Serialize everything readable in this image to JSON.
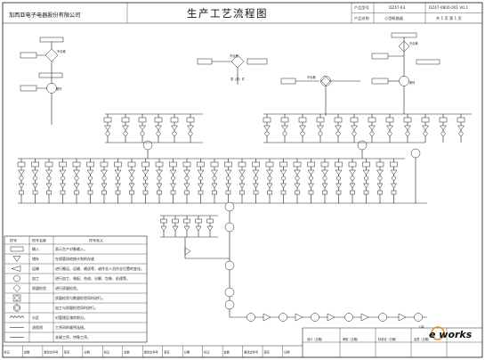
{
  "header": {
    "company": "加西亚电子电器股份有限公司",
    "title": "生产工艺流程图",
    "field_labels": [
      "产品型号",
      "产品名称"
    ],
    "doc_code": "DZ47-63",
    "doc_number": "DZ47-0800-001 V0.1",
    "product_name": "小型断路器",
    "sheet_info": "共 1 页 第 1 页"
  },
  "legend": {
    "headers": [
      "符号",
      "符号名称",
      "符号含义"
    ],
    "rows": [
      {
        "name": "输入",
        "meaning": "表示生产对象输入。"
      },
      {
        "name": "储存",
        "meaning": "在保管场地按计划的存放"
      },
      {
        "name": "运输",
        "meaning": "进行搬运、运输、输送等，或作业人员作业位置的变化。"
      },
      {
        "name": "加工",
        "meaning": "进行加工、装配、合成、分解、包装、处理等。"
      },
      {
        "name": "质量检验",
        "meaning": "进行质量检验。"
      },
      {
        "name": "",
        "meaning": "质量检验与数量检验同时进行。"
      },
      {
        "name": "",
        "meaning": "加工与质量检验同时进行。"
      },
      {
        "name": "分区",
        "meaning": "对管理区域的划分。"
      },
      {
        "name": "流程线",
        "meaning": "工序间的顺序连接。"
      },
      {
        "name": "",
        "meaning": "关键工序，特殊工序。"
      }
    ]
  },
  "labels": {
    "scrap_left": "不合格",
    "scrap_mid": "不合格",
    "scrap_right": "不合格",
    "scrap_main": "不合格",
    "supplier_left": "委外",
    "supplier_right": "委外",
    "flow_main": "零（部）件",
    "bottom_note": "入库",
    "logo": "e works"
  },
  "footer": {
    "cells": [
      "标记",
      "处数",
      "更改文件号",
      "签名",
      "日期",
      "标记",
      "处数",
      "更改文件号",
      "签名",
      "日期",
      "标记",
      "处数",
      "更改文件号",
      "签名",
      "日期"
    ],
    "design_labels": [
      "设计（日期）",
      "审核（日期）",
      "标准化（日期）",
      "会签（日期）"
    ]
  }
}
